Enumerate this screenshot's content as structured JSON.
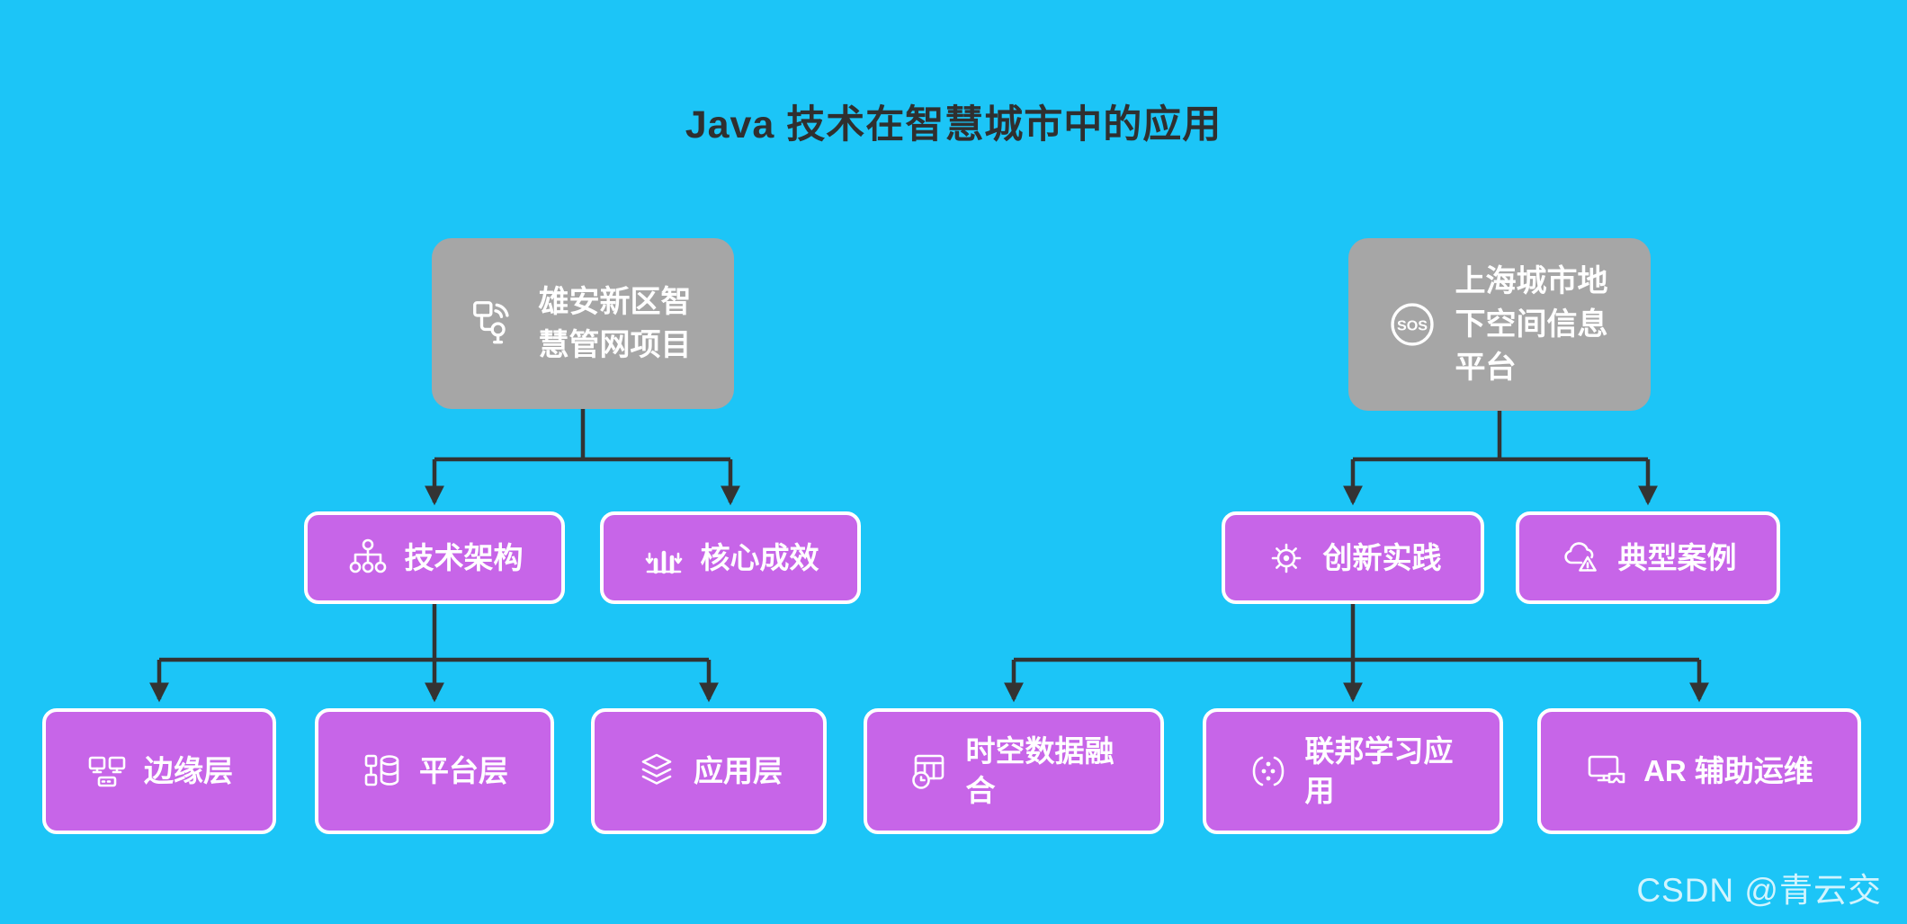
{
  "title": "Java 技术在智慧城市中的应用",
  "watermark": "CSDN @青云交",
  "colors": {
    "background": "#1CC5F7",
    "node_primary": "#C765E8",
    "node_root": "#A6A6A6",
    "connector": "#333333",
    "title_text": "#2F2F2F",
    "node_text": "#FFFFFF"
  },
  "left_tree": {
    "root": {
      "label": "雄安新区智慧管网项目",
      "icon": "pipeline-network-icon"
    },
    "children": [
      {
        "label": "技术架构",
        "icon": "sitemap-icon"
      },
      {
        "label": "核心成效",
        "icon": "bar-chart-icon"
      }
    ],
    "grandchildren": [
      {
        "label": "边缘层",
        "icon": "edge-devices-icon"
      },
      {
        "label": "平台层",
        "icon": "database-icon"
      },
      {
        "label": "应用层",
        "icon": "layers-icon"
      }
    ]
  },
  "right_tree": {
    "root": {
      "label": "上海城市地下空间信息平台",
      "icon": "sos-icon",
      "icon_text": "SOS"
    },
    "children": [
      {
        "label": "创新实践",
        "icon": "gear-icon"
      },
      {
        "label": "典型案例",
        "icon": "cloud-warning-icon"
      }
    ],
    "grandchildren": [
      {
        "label": "时空数据融合",
        "icon": "spatiotemporal-grid-clock-icon"
      },
      {
        "label": "联邦学习应用",
        "icon": "federated-learning-icon"
      },
      {
        "label": "AR 辅助运维",
        "icon": "ar-monitor-icon"
      }
    ]
  }
}
